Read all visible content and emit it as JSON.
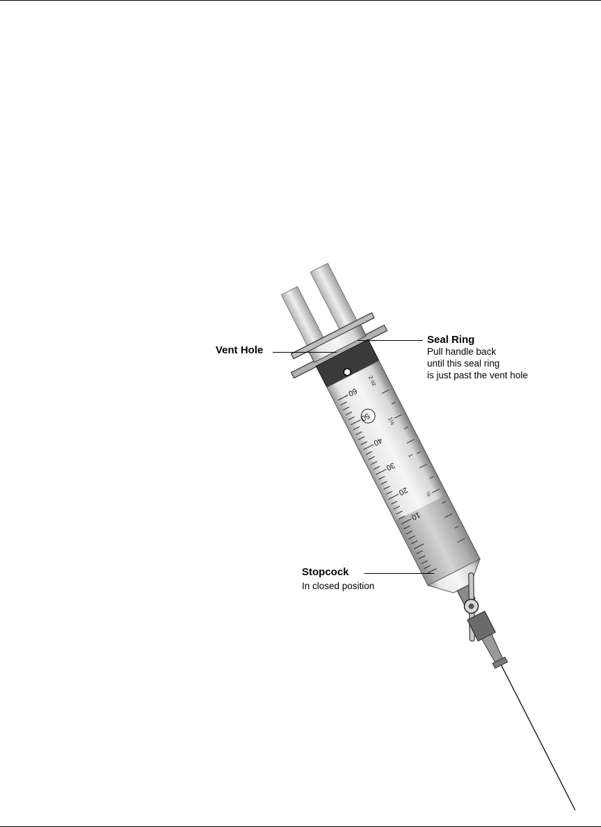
{
  "diagram": {
    "labels": {
      "vent_hole": {
        "title": "Vent Hole"
      },
      "seal_ring": {
        "title": "Seal Ring",
        "lines": [
          "Pull handle back",
          "until this seal ring",
          "is just past the vent hole"
        ]
      },
      "stopcock": {
        "title": "Stopcock",
        "lines": [
          "In closed position"
        ]
      }
    },
    "scale_marks": [
      "60",
      "50",
      "40",
      "30",
      "20",
      "10"
    ],
    "oz_marks": [
      "2 oz",
      "1½",
      "1",
      "½"
    ]
  }
}
